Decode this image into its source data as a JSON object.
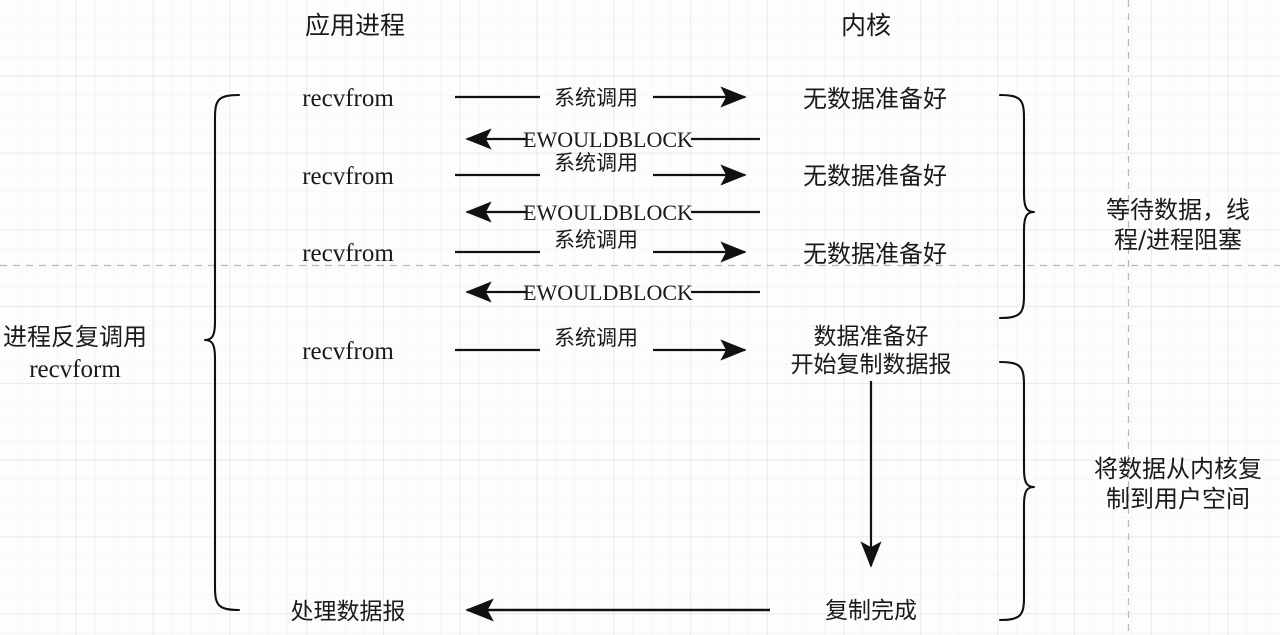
{
  "diagram": {
    "title_app": "应用进程",
    "title_kernel": "内核",
    "left_note_line1": "进程反复调用",
    "left_note_line2": "recvform",
    "right_note_1_line1": "等待数据，线",
    "right_note_1_line2": "程/进程阻塞",
    "right_note_2_line1": "将数据从内核复",
    "right_note_2_line2": "制到用户空间",
    "calls": [
      {
        "label": "recvfrom"
      },
      {
        "label": "recvfrom"
      },
      {
        "label": "recvfrom"
      },
      {
        "label": "recvfrom"
      }
    ],
    "arrows": [
      {
        "label": "系统调用",
        "direction": "right"
      },
      {
        "label": "EWOULDBLOCK",
        "direction": "left"
      },
      {
        "label": "系统调用",
        "direction": "right"
      },
      {
        "label": "EWOULDBLOCK",
        "direction": "left"
      },
      {
        "label": "系统调用",
        "direction": "right"
      },
      {
        "label": "EWOULDBLOCK",
        "direction": "left"
      },
      {
        "label": "系统调用",
        "direction": "right"
      }
    ],
    "kernel_states": [
      "无数据准备好",
      "无数据准备好",
      "无数据准备好"
    ],
    "kernel_ready_line1": "数据准备好",
    "kernel_ready_line2": "开始复制数据报",
    "kernel_done": "复制完成",
    "app_process_result": "处理数据报",
    "colors": {
      "ink": "#111111",
      "grid_major": "rgba(0,0,0,0.055)",
      "grid_minor": "rgba(0,0,0,0.022)",
      "guide": "#b8b8b8",
      "paper": "#fdfdfd"
    }
  }
}
